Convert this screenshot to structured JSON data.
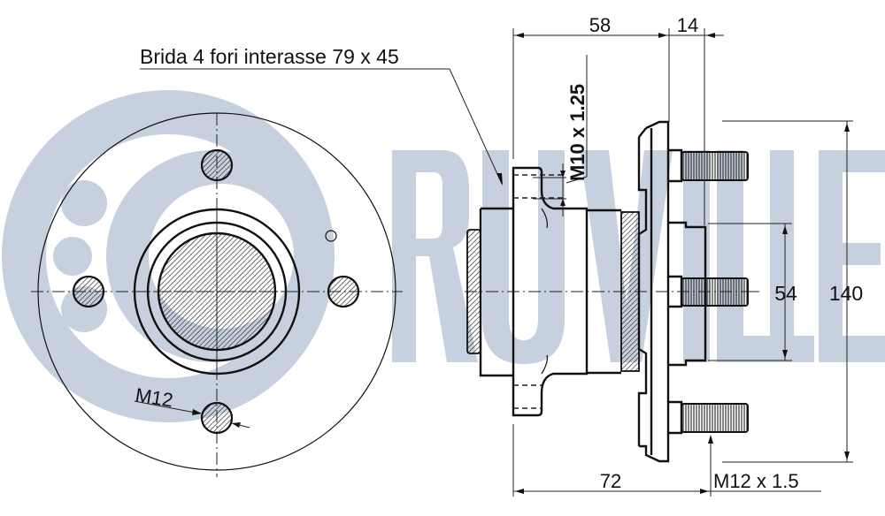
{
  "watermark": {
    "brand": "RUVILLE",
    "letters": [
      "R",
      "U",
      "V",
      "I",
      "L",
      "L",
      "E"
    ],
    "color": "#c7d0df"
  },
  "annotations": {
    "flange_note": "Brida 4 fori interasse 79 x 45",
    "bolt_hole_thread": "M12",
    "flange_thread": "M10 x 1.25",
    "stud_thread": "M12 x 1.5"
  },
  "dimensions": {
    "flange_to_hub_face": "58",
    "hub_face_thickness": "14",
    "total_length": "72",
    "pilot_diameter": "54",
    "hub_diameter": "140"
  },
  "colors": {
    "line": "#111111",
    "background": "#ffffff"
  }
}
